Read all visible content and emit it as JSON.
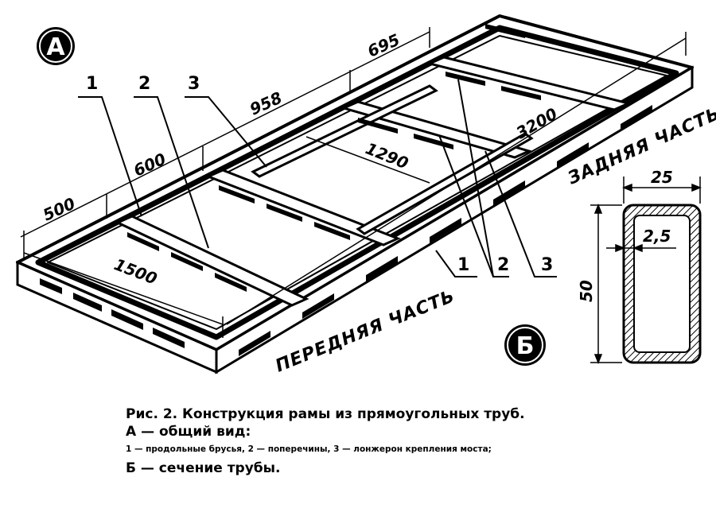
{
  "view_a": {
    "badge": "А",
    "dimensions": {
      "d500": "500",
      "d600": "600",
      "d958": "958",
      "d695": "695",
      "d1290": "1290",
      "d3200": "3200",
      "d1500": "1500"
    },
    "callouts_top": [
      "1",
      "2",
      "3"
    ],
    "callouts_bottom": [
      "1",
      "2",
      "3"
    ],
    "front_label": "ПЕРЕДНЯЯ ЧАСТЬ",
    "rear_label": "ЗАДНЯЯ ЧАСТЬ"
  },
  "view_b": {
    "badge": "Б",
    "width": "25",
    "height": "50",
    "wall": "2,5"
  },
  "caption": {
    "title": "Рис. 2. Конструкция рамы из прямоугольных труб.",
    "view_a": "А — общий вид:",
    "legend": "1 — продольные брусья, 2 — поперечины, 3 — лонжерон крепления моста;",
    "view_b": "Б — сечение трубы."
  }
}
